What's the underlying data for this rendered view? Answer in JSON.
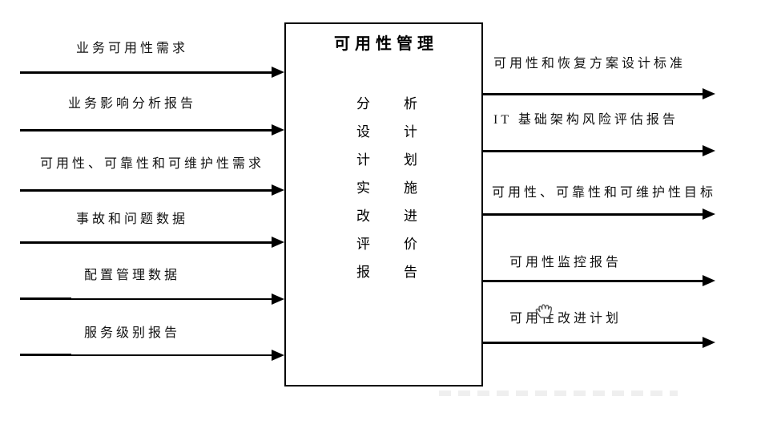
{
  "diagram": {
    "box": {
      "title": "可用性管理",
      "rows": [
        {
          "a": "分",
          "b": "析"
        },
        {
          "a": "设",
          "b": "计"
        },
        {
          "a": "计",
          "b": "划"
        },
        {
          "a": "实",
          "b": "施"
        },
        {
          "a": "改",
          "b": "进"
        },
        {
          "a": "评",
          "b": "价"
        },
        {
          "a": "报",
          "b": "告"
        }
      ]
    },
    "inputs": [
      {
        "label": "业务可用性需求"
      },
      {
        "label": "业务影响分析报告"
      },
      {
        "label": "可用性、可靠性和可维护性需求"
      },
      {
        "label": "事故和问题数据"
      },
      {
        "label": "配置管理数据"
      },
      {
        "label": "服务级别报告"
      }
    ],
    "outputs": [
      {
        "label": "可用性和恢复方案设计标准"
      },
      {
        "label": "IT 基础架构风险评估报告"
      },
      {
        "label": "可用性、可靠性和可维护性目标"
      },
      {
        "label": "可用性监控报告"
      },
      {
        "label": "可用性改进计划"
      }
    ]
  },
  "colors": {
    "ink": "#000000",
    "background": "#ffffff",
    "watermark": "#ececec"
  }
}
